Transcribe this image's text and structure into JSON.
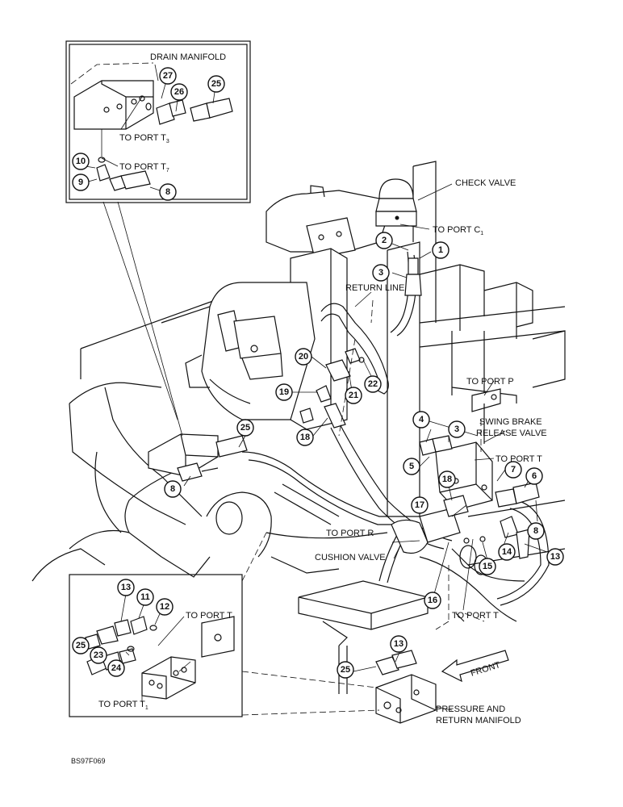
{
  "labels": {
    "drain_manifold": "DRAIN MANIFOLD",
    "to_port_t3": "TO PORT T",
    "to_port_t3_sub": "3",
    "to_port_t7": "TO PORT T",
    "to_port_t7_sub": "7",
    "check_valve": "CHECK VALVE",
    "to_port_c1": "TO PORT C",
    "to_port_c1_sub": "1",
    "return_line": "RETURN LINE",
    "to_port_p": "TO PORT P",
    "swing_brake_1": "SWING BRAKE",
    "swing_brake_2": "RELEASE VALVE",
    "to_port_t_right": "TO PORT T",
    "to_port_r": "TO PORT R",
    "cushion_valve": "CUSHION VALVE",
    "to_port_t_lower": "TO PORT T",
    "to_port_t_inset": "TO PORT T",
    "to_port_t1": "TO PORT T",
    "to_port_t1_sub": "1",
    "front": "FRONT",
    "pressure_return_1": "PRESSURE AND",
    "pressure_return_2": "RETURN MANIFOLD",
    "figure_id": "BS97F069"
  },
  "callouts": {
    "c27": "27",
    "c26": "26",
    "c25a": "25",
    "c10": "10",
    "c9": "9",
    "c8a": "8",
    "c2": "2",
    "c1": "1",
    "c3a": "3",
    "c20": "20",
    "c22": "22",
    "c21": "21",
    "c19": "19",
    "c25b": "25",
    "c18a": "18",
    "c8b": "8",
    "c4": "4",
    "c3b": "3",
    "c5": "5",
    "c7": "7",
    "c6": "6",
    "c18b": "18",
    "c17": "17",
    "c8c": "8",
    "c13a": "13",
    "c14": "14",
    "c15": "15",
    "c16": "16",
    "c13b": "13",
    "c11": "11",
    "c12": "12",
    "c25c": "25",
    "c23": "23",
    "c24": "24",
    "c13c": "13",
    "c25d": "25"
  }
}
